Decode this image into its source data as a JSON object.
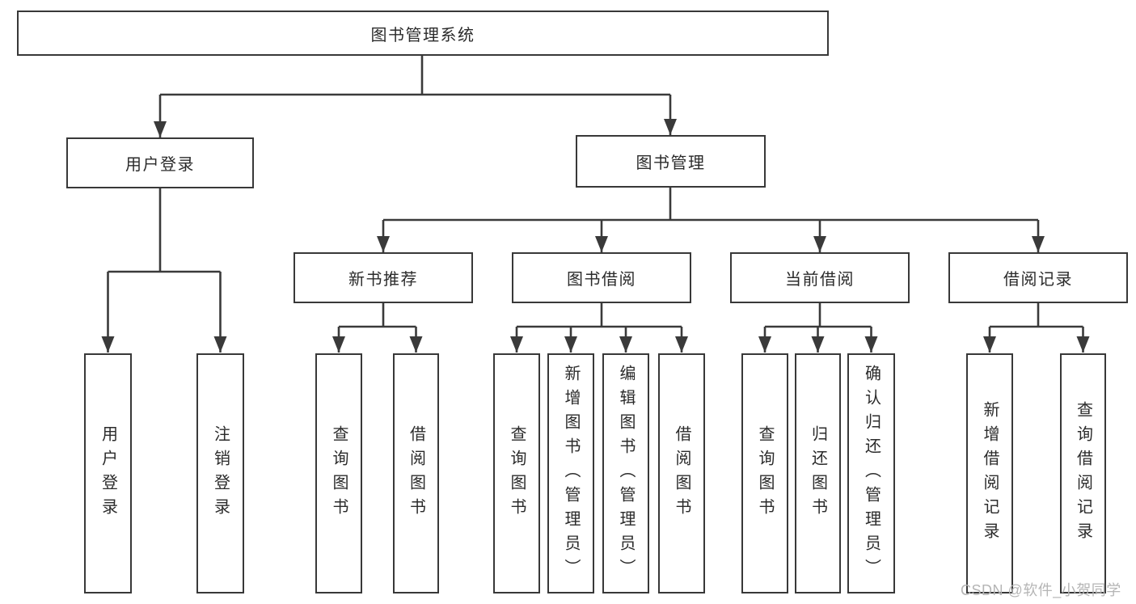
{
  "diagram": {
    "title": "图书管理系统",
    "level2": [
      {
        "label": "用户登录"
      },
      {
        "label": "图书管理"
      }
    ],
    "level3": [
      {
        "label": "新书推荐"
      },
      {
        "label": "图书借阅"
      },
      {
        "label": "当前借阅"
      },
      {
        "label": "借阅记录"
      }
    ],
    "leaves": [
      {
        "label": "用户登录"
      },
      {
        "label": "注销登录"
      },
      {
        "label": "查询图书"
      },
      {
        "label": "借阅图书"
      },
      {
        "label": "查询图书"
      },
      {
        "label": "新增图书（管理员）"
      },
      {
        "label": "编辑图书（管理员）"
      },
      {
        "label": "借阅图书"
      },
      {
        "label": "查询图书"
      },
      {
        "label": "归还图书"
      },
      {
        "label": "确认归还（管理员）"
      },
      {
        "label": "新增借阅记录"
      },
      {
        "label": "查询借阅记录"
      }
    ]
  },
  "watermark": "CSDN @软件_小贺同学",
  "colors": {
    "line": "#3a3a3a",
    "border": "#383838",
    "text": "#2b2b2b",
    "watermark": "#b5b5b5",
    "background": "#ffffff"
  }
}
